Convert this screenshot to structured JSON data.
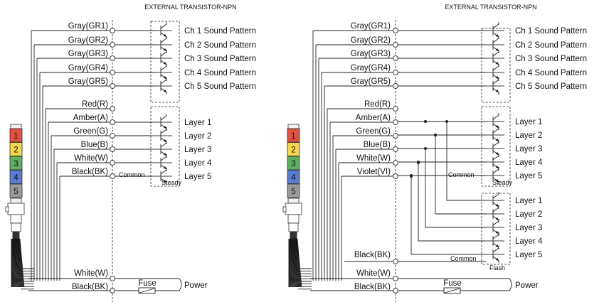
{
  "colors": {
    "tier1": "#e0523f",
    "tier2": "#f4d64a",
    "tier3": "#5fae62",
    "tier4": "#5b7bd0",
    "tier5": "#9a9a9a",
    "line": "#222222"
  },
  "left": {
    "title": "EXTERNAL TRANSISTOR-NPN",
    "sound_wires": [
      "Gray(GR1)",
      "Gray(GR2)",
      "Gray(GR3)",
      "Gray(GR4)",
      "Gray(GR5)"
    ],
    "sound_patterns": [
      "Ch 1 Sound Pattern",
      "Ch 2 Sound Pattern",
      "Ch 3 Sound Pattern",
      "Ch 4 Sound Pattern",
      "Ch 5 Sound Pattern"
    ],
    "light_wires": [
      "Red(R)",
      "Amber(A)",
      "Green(G)",
      "Blue(B)",
      "White(W)",
      "Black(BK)"
    ],
    "layers": [
      "Layer 1",
      "Layer 2",
      "Layer 3",
      "Layer 4",
      "Layer 5"
    ],
    "common": "Common",
    "mode": "Steady",
    "power_wires": [
      "White(W)",
      "Black(BK)"
    ],
    "fuse": "Fuse",
    "power": "Power"
  },
  "right": {
    "title": "EXTERNAL TRANSISTOR-NPN",
    "sound_wires": [
      "Gray(GR1)",
      "Gray(GR2)",
      "Gray(GR3)",
      "Gray(GR4)",
      "Gray(GR5)"
    ],
    "sound_patterns": [
      "Ch 1 Sound Pattern",
      "Ch 2 Sound Pattern",
      "Ch 3 Sound Pattern",
      "Ch 4 Sound Pattern",
      "Ch 5 Sound Pattern"
    ],
    "light_wires": [
      "Red(R)",
      "Amber(A)",
      "Green(G)",
      "Blue(B)",
      "White(W)",
      "Violet(VI)"
    ],
    "layers_steady": [
      "Layer 1",
      "Layer 2",
      "Layer 3",
      "Layer 4",
      "Layer 5"
    ],
    "common_steady": "Common",
    "mode_steady": "Steady",
    "layers_flash": [
      "Layer 1",
      "Layer 2",
      "Layer 3",
      "Layer 4",
      "Layer 5"
    ],
    "common_flash_wire": "Black(BK)",
    "common_flash": "Common",
    "mode_flash": "Flash",
    "power_wires": [
      "White(W)",
      "Black(BK)"
    ],
    "fuse": "Fuse",
    "power": "Power"
  },
  "tower": {
    "tiers": [
      "1",
      "2",
      "3",
      "4",
      "5"
    ]
  }
}
